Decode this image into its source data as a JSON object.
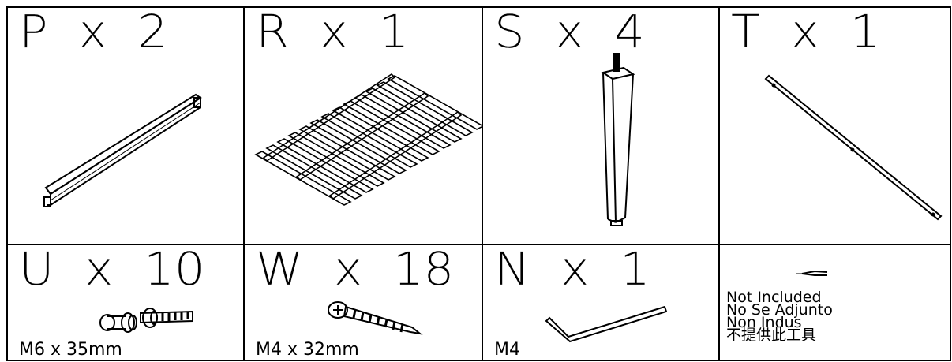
{
  "cells": [
    {
      "letter": "P",
      "count": "2"
    },
    {
      "letter": "R",
      "count": "1"
    },
    {
      "letter": "S",
      "count": "4"
    },
    {
      "letter": "T",
      "count": "1"
    },
    {
      "letter": "U",
      "count": "10",
      "spec": "M6 x 35mm"
    },
    {
      "letter": "W",
      "count": "18",
      "spec": "M4 x 32mm"
    },
    {
      "letter": "N",
      "count": "1",
      "spec": "M4"
    }
  ],
  "separator": "x",
  "not_included": {
    "lines": [
      "Not Included",
      "No Se Adjunto",
      "Non Indus",
      "不提供此工具"
    ]
  },
  "icons": {
    "P": "side-rail-icon",
    "R": "slat-frame-icon",
    "S": "leg-icon",
    "T": "center-rail-icon",
    "U": "bolt-washer-icon",
    "W": "screw-icon",
    "N": "allen-wrench-icon",
    "tool": "screwdriver-icon"
  }
}
